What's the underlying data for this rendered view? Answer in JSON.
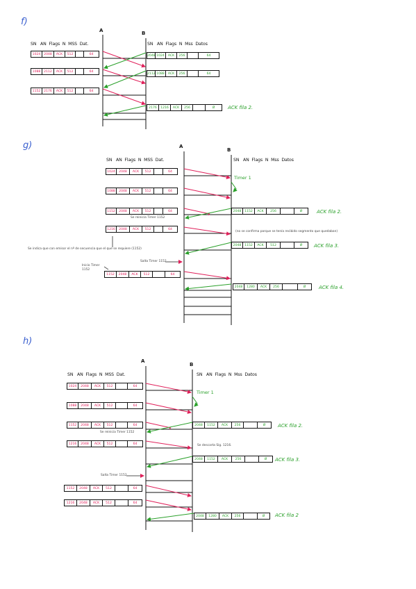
{
  "sections": {
    "f": {
      "label": "f)",
      "host_a": "A",
      "host_b": "B",
      "header_a": [
        "SN",
        "AN",
        "Flags",
        "N",
        "MSS",
        "Dat."
      ],
      "header_b": [
        "SN",
        "AN",
        "Flags",
        "N",
        "Mss",
        "Datos"
      ],
      "segments_a": [
        [
          "1024",
          "2048",
          "ACK",
          "512",
          "",
          "64"
        ],
        [
          "1088",
          "2112",
          "ACK",
          "512",
          "",
          "64"
        ],
        [
          "1152",
          "2176",
          "ACK",
          "512",
          "",
          "64"
        ]
      ],
      "segments_b": [
        [
          "2048",
          "1024",
          "ACK",
          "256",
          "",
          "64"
        ],
        [
          "2112",
          "1088",
          "ACK",
          "256",
          "",
          "64"
        ],
        [
          "2176",
          "1216",
          "ACK",
          "256",
          "",
          "Ø"
        ]
      ],
      "ack_note": "ACK fila 2."
    },
    "g": {
      "label": "g)",
      "host_a": "A",
      "host_b": "B",
      "header_a": [
        "SN",
        "AN",
        "Flags",
        "N",
        "MSS",
        "Dat."
      ],
      "header_b": [
        "SN",
        "AN",
        "Flags",
        "N",
        "Mss",
        "Datos"
      ],
      "segments_a": [
        [
          "1024",
          "2048",
          "ACK",
          "512",
          "",
          "64"
        ],
        [
          "1088",
          "2048",
          "ACK",
          "512",
          "",
          "64"
        ],
        [
          "1152",
          "2048",
          "ACK",
          "512",
          "",
          "64"
        ],
        [
          "1216",
          "2048",
          "ACK",
          "512",
          "",
          "64"
        ],
        [
          "1152",
          "2048",
          "ACK",
          "512",
          "",
          "64"
        ]
      ],
      "segments_b": [
        [
          "2048",
          "1152",
          "ACK",
          "256",
          "",
          "Ø"
        ],
        [
          "2048",
          "1152",
          "ACK",
          "512",
          "",
          "Ø"
        ],
        [
          "2048",
          "1280",
          "ACK",
          "256",
          "",
          "Ø"
        ]
      ],
      "timer": "Timer 1",
      "notes": {
        "restart": "Se reinicia Timer 1152",
        "waits": "(no se confirma porque se tenía recibido segmento que quedaban)",
        "side": "Se indica que con emisor el nº de secuencia que el que se requiere (1152)",
        "rto": "Salta Timer 1152",
        "start": "Inicio Timer 1152"
      },
      "acks": [
        "ACK fila 2.",
        "ACK fila 3.",
        "ACK fila 4."
      ]
    },
    "h": {
      "label": "h)",
      "host_a": "A",
      "host_b": "B",
      "header_a": [
        "SN",
        "AN",
        "Flags",
        "N",
        "MSS",
        "Dat."
      ],
      "header_b": [
        "SN",
        "AN",
        "Flags",
        "N",
        "Mss",
        "Datos"
      ],
      "segments_a": [
        [
          "1024",
          "2048",
          "ACK",
          "512",
          "",
          "64"
        ],
        [
          "1088",
          "2048",
          "ACK",
          "512",
          "",
          "64"
        ],
        [
          "1152",
          "2048",
          "ACK",
          "512",
          "",
          "64"
        ],
        [
          "1216",
          "2048",
          "ACK",
          "512",
          "",
          "64"
        ],
        [
          "1152",
          "2048",
          "ACK",
          "512",
          "",
          "64"
        ],
        [
          "1216",
          "2048",
          "ACK",
          "512",
          "",
          "64"
        ]
      ],
      "segments_b": [
        [
          "2048",
          "1152",
          "ACK",
          "256",
          "",
          "Ø"
        ],
        [
          "2048",
          "1152",
          "ACK",
          "256",
          "",
          "Ø"
        ],
        [
          "2048",
          "1280",
          "ACK",
          "256",
          "",
          "Ø"
        ]
      ],
      "timer": "Timer 1",
      "notes": {
        "restart": "Se reinicia Timer 1152",
        "discard": "Se descarta Sig. 1216.",
        "rto": "Salta Timer 1152"
      },
      "acks": [
        "ACK fila 2.",
        "ACK fila 3.",
        "ACK fila 2"
      ]
    }
  }
}
